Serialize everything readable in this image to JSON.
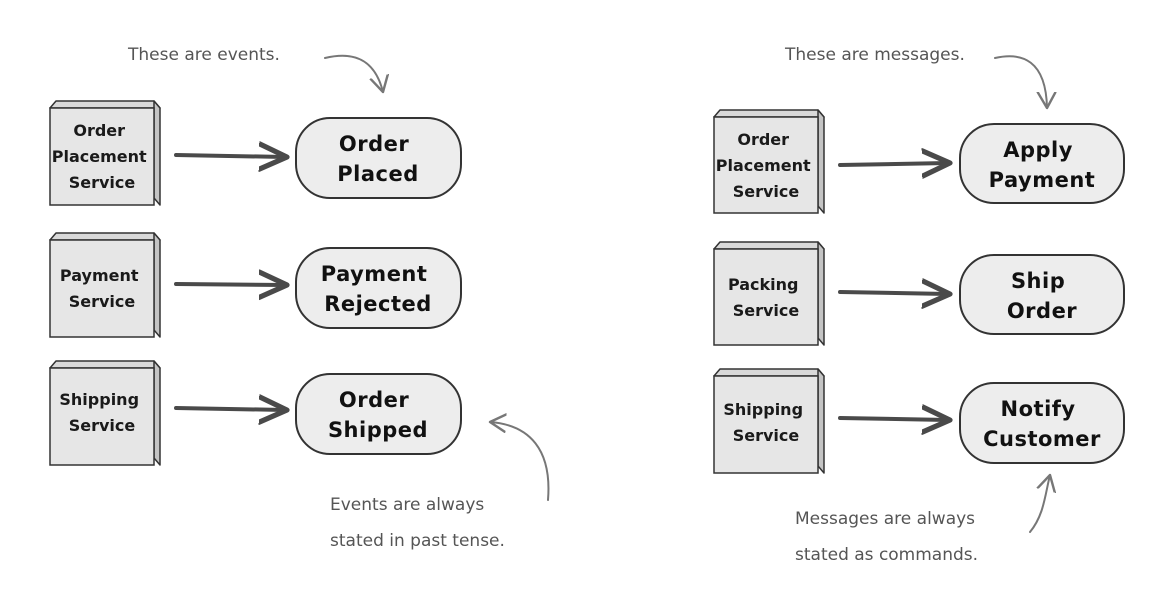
{
  "colors": {
    "box_front": "#e6e6e6",
    "box_side": "#c4c4c4",
    "box_top": "#d9d9d9",
    "outline": "#333333",
    "arrow": "#4a4a4a",
    "node_fill": "#ededed",
    "note_text": "#555555",
    "note_arrow": "#777777"
  },
  "events_panel": {
    "header_note": "These are events.",
    "footer_note": [
      "Events are always",
      "stated in past tense."
    ],
    "rows": [
      {
        "service": [
          "Order",
          "Placement",
          "Service"
        ],
        "node": [
          "Order",
          "Placed"
        ]
      },
      {
        "service": [
          "Payment",
          "Service"
        ],
        "node": [
          "Payment",
          "Rejected"
        ]
      },
      {
        "service": [
          "Shipping",
          "Service"
        ],
        "node": [
          "Order",
          "Shipped"
        ]
      }
    ]
  },
  "messages_panel": {
    "header_note": "These are messages.",
    "footer_note": [
      "Messages are always",
      "stated as commands."
    ],
    "rows": [
      {
        "service": [
          "Order",
          "Placement",
          "Service"
        ],
        "node": [
          "Apply",
          "Payment"
        ]
      },
      {
        "service": [
          "Packing",
          "Service"
        ],
        "node": [
          "Ship",
          "Order"
        ]
      },
      {
        "service": [
          "Shipping",
          "Service"
        ],
        "node": [
          "Notify",
          "Customer"
        ]
      }
    ]
  }
}
